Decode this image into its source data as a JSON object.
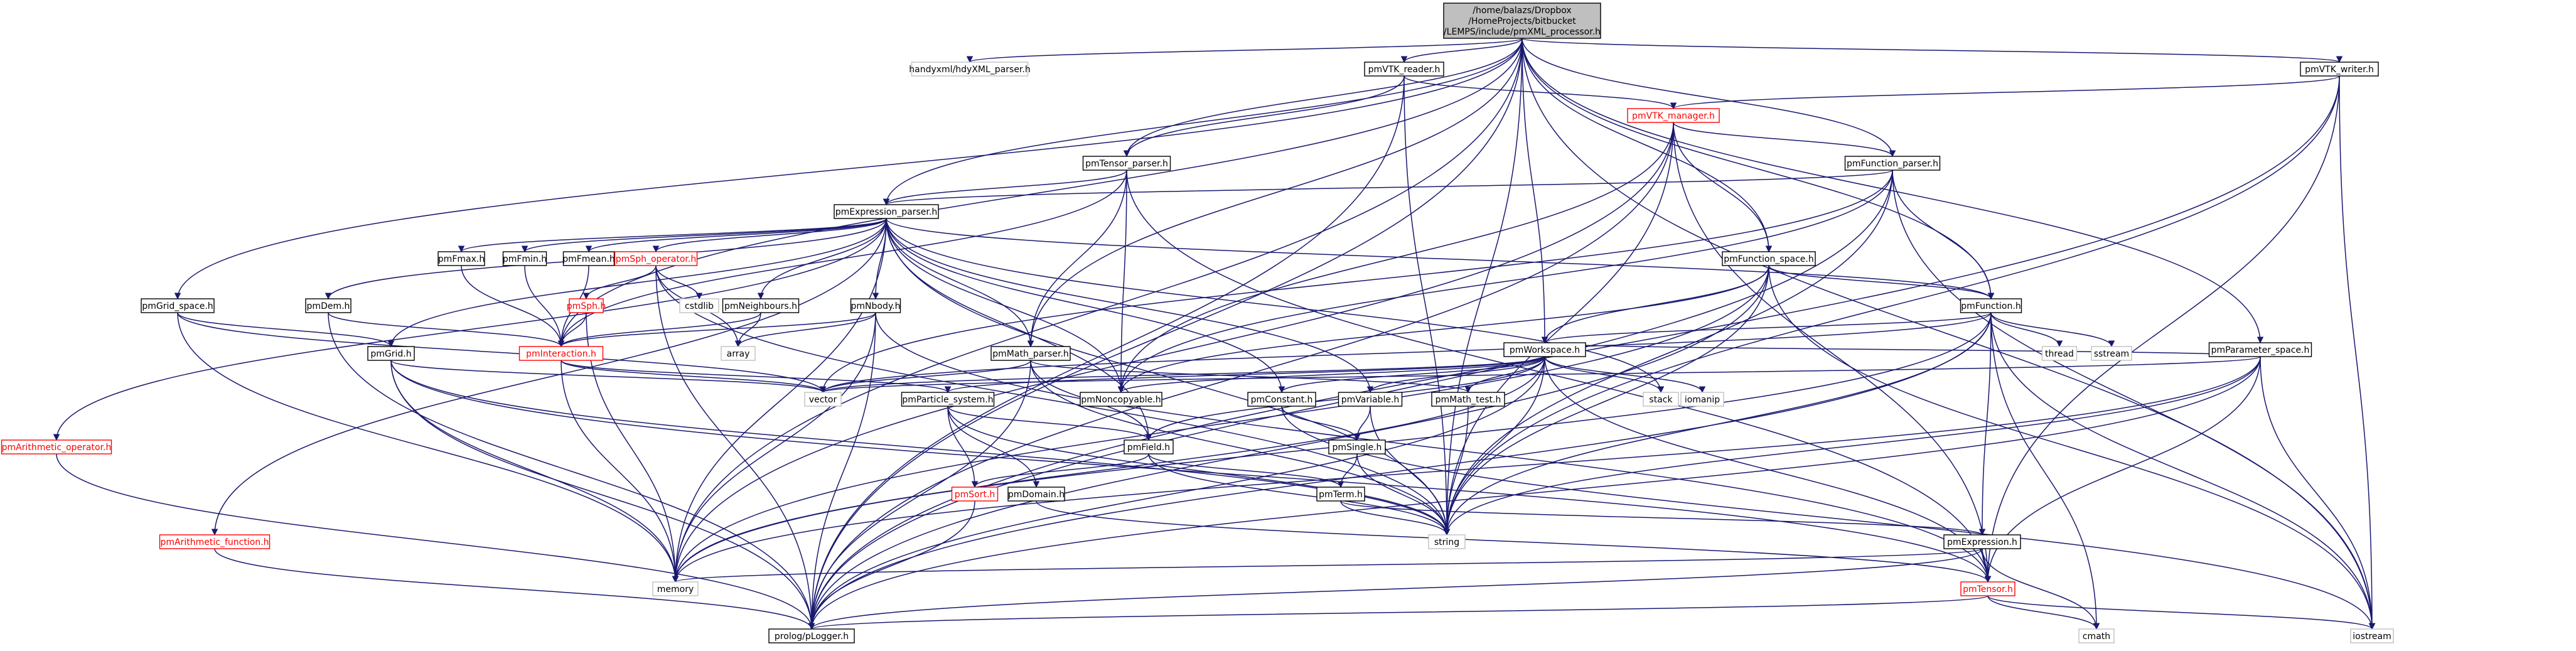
{
  "colors": {
    "edge": "#191970",
    "root_fill": "#bfbfbf",
    "missing_border": "#ff0000",
    "external_border": "#c0c0c0"
  },
  "nodes": [
    {
      "id": "root",
      "lines": [
        "/home/balazs/Dropbox",
        "/HomeProjects/bitbucket",
        "/LEMPS/include/pmXML_processor.h"
      ],
      "style": "root"
    },
    {
      "id": "handyxml",
      "lines": [
        "handyxml/hdyXML_parser.h"
      ],
      "style": "external"
    },
    {
      "id": "vtk_reader",
      "lines": [
        "pmVTK_reader.h"
      ],
      "style": "normal"
    },
    {
      "id": "vtk_writer",
      "lines": [
        "pmVTK_writer.h"
      ],
      "style": "normal"
    },
    {
      "id": "vtk_manager",
      "lines": [
        "pmVTK_manager.h"
      ],
      "style": "missing"
    },
    {
      "id": "tensor_parser",
      "lines": [
        "pmTensor_parser.h"
      ],
      "style": "normal"
    },
    {
      "id": "function_parser",
      "lines": [
        "pmFunction_parser.h"
      ],
      "style": "normal"
    },
    {
      "id": "expression_parser",
      "lines": [
        "pmExpression_parser.h"
      ],
      "style": "normal"
    },
    {
      "id": "function_space",
      "lines": [
        "pmFunction_space.h"
      ],
      "style": "normal"
    },
    {
      "id": "fmax",
      "lines": [
        "pmFmax.h"
      ],
      "style": "normal"
    },
    {
      "id": "fmin",
      "lines": [
        "pmFmin.h"
      ],
      "style": "normal"
    },
    {
      "id": "fmean",
      "lines": [
        "pmFmean.h"
      ],
      "style": "normal"
    },
    {
      "id": "sph_operator",
      "lines": [
        "pmSph_operator.h"
      ],
      "style": "missing"
    },
    {
      "id": "grid_space",
      "lines": [
        "pmGrid_space.h"
      ],
      "style": "normal"
    },
    {
      "id": "dem",
      "lines": [
        "pmDem.h"
      ],
      "style": "normal"
    },
    {
      "id": "sph",
      "lines": [
        "pmSph.h"
      ],
      "style": "missing"
    },
    {
      "id": "cstdlib",
      "lines": [
        "cstdlib"
      ],
      "style": "external"
    },
    {
      "id": "neighbours",
      "lines": [
        "pmNeighbours.h"
      ],
      "style": "normal"
    },
    {
      "id": "nbody",
      "lines": [
        "pmNbody.h"
      ],
      "style": "normal"
    },
    {
      "id": "function",
      "lines": [
        "pmFunction.h"
      ],
      "style": "normal"
    },
    {
      "id": "thread",
      "lines": [
        "thread"
      ],
      "style": "external"
    },
    {
      "id": "sstream",
      "lines": [
        "sstream"
      ],
      "style": "external"
    },
    {
      "id": "parameter_space",
      "lines": [
        "pmParameter_space.h"
      ],
      "style": "normal"
    },
    {
      "id": "grid",
      "lines": [
        "pmGrid.h"
      ],
      "style": "normal"
    },
    {
      "id": "interaction",
      "lines": [
        "pmInteraction.h"
      ],
      "style": "missing"
    },
    {
      "id": "array",
      "lines": [
        "array"
      ],
      "style": "external"
    },
    {
      "id": "math_parser",
      "lines": [
        "pmMath_parser.h"
      ],
      "style": "normal"
    },
    {
      "id": "workspace",
      "lines": [
        "pmWorkspace.h"
      ],
      "style": "normal"
    },
    {
      "id": "vector",
      "lines": [
        "vector"
      ],
      "style": "external"
    },
    {
      "id": "noncopyable",
      "lines": [
        "pmNoncopyable.h"
      ],
      "style": "normal"
    },
    {
      "id": "constant",
      "lines": [
        "pmConstant.h"
      ],
      "style": "normal"
    },
    {
      "id": "variable",
      "lines": [
        "pmVariable.h"
      ],
      "style": "normal"
    },
    {
      "id": "math_test",
      "lines": [
        "pmMath_test.h"
      ],
      "style": "normal"
    },
    {
      "id": "iomanip",
      "lines": [
        "iomanip"
      ],
      "style": "external"
    },
    {
      "id": "stack",
      "lines": [
        "stack"
      ],
      "style": "external"
    },
    {
      "id": "particle_system",
      "lines": [
        "pmParticle_system.h"
      ],
      "style": "normal"
    },
    {
      "id": "single",
      "lines": [
        "pmSingle.h"
      ],
      "style": "normal"
    },
    {
      "id": "field",
      "lines": [
        "pmField.h"
      ],
      "style": "normal"
    },
    {
      "id": "arithmetic_operator",
      "lines": [
        "pmArithmetic_operator.h"
      ],
      "style": "missing"
    },
    {
      "id": "sort",
      "lines": [
        "pmSort.h"
      ],
      "style": "missing"
    },
    {
      "id": "domain",
      "lines": [
        "pmDomain.h"
      ],
      "style": "normal"
    },
    {
      "id": "term",
      "lines": [
        "pmTerm.h"
      ],
      "style": "normal"
    },
    {
      "id": "string",
      "lines": [
        "string"
      ],
      "style": "external"
    },
    {
      "id": "expression",
      "lines": [
        "pmExpression.h"
      ],
      "style": "normal"
    },
    {
      "id": "arithmetic_function",
      "lines": [
        "pmArithmetic_function.h"
      ],
      "style": "missing"
    },
    {
      "id": "memory",
      "lines": [
        "memory"
      ],
      "style": "external"
    },
    {
      "id": "tensor",
      "lines": [
        "pmTensor.h"
      ],
      "style": "missing"
    },
    {
      "id": "prolog",
      "lines": [
        "prolog/pLogger.h"
      ],
      "style": "normal"
    },
    {
      "id": "cmath",
      "lines": [
        "cmath"
      ],
      "style": "external"
    },
    {
      "id": "iostream",
      "lines": [
        "iostream"
      ],
      "style": "external"
    }
  ],
  "edges": [
    [
      "root",
      "handyxml"
    ],
    [
      "root",
      "vtk_reader"
    ],
    [
      "root",
      "vtk_writer"
    ],
    [
      "root",
      "tensor_parser"
    ],
    [
      "root",
      "function_parser"
    ],
    [
      "root",
      "expression_parser"
    ],
    [
      "root",
      "function_space"
    ],
    [
      "root",
      "grid_space"
    ],
    [
      "root",
      "workspace"
    ],
    [
      "root",
      "parameter_space"
    ],
    [
      "root",
      "function"
    ],
    [
      "root",
      "string"
    ],
    [
      "root",
      "memory"
    ],
    [
      "root",
      "prolog"
    ],
    [
      "root",
      "iostream"
    ],
    [
      "root",
      "interaction"
    ],
    [
      "root",
      "math_parser"
    ],
    [
      "vtk_reader",
      "vtk_manager"
    ],
    [
      "vtk_reader",
      "tensor_parser"
    ],
    [
      "vtk_reader",
      "string"
    ],
    [
      "vtk_reader",
      "prolog"
    ],
    [
      "vtk_writer",
      "vtk_manager"
    ],
    [
      "vtk_writer",
      "string"
    ],
    [
      "vtk_writer",
      "prolog"
    ],
    [
      "vtk_writer",
      "iostream"
    ],
    [
      "vtk_writer",
      "tensor"
    ],
    [
      "vtk_manager",
      "function_parser"
    ],
    [
      "vtk_manager",
      "function_space"
    ],
    [
      "vtk_manager",
      "noncopyable"
    ],
    [
      "vtk_manager",
      "string"
    ],
    [
      "vtk_manager",
      "memory"
    ],
    [
      "vtk_manager",
      "prolog"
    ],
    [
      "vtk_manager",
      "tensor"
    ],
    [
      "tensor_parser",
      "expression_parser"
    ],
    [
      "tensor_parser",
      "math_parser"
    ],
    [
      "tensor_parser",
      "noncopyable"
    ],
    [
      "tensor_parser",
      "tensor"
    ],
    [
      "tensor_parser",
      "interaction"
    ],
    [
      "function_parser",
      "expression_parser"
    ],
    [
      "function_parser",
      "function"
    ],
    [
      "function_parser",
      "noncopyable"
    ],
    [
      "function_parser",
      "string"
    ],
    [
      "function_parser",
      "iostream"
    ],
    [
      "function_parser",
      "prolog"
    ],
    [
      "function_parser",
      "vector"
    ],
    [
      "expression_parser",
      "fmax"
    ],
    [
      "expression_parser",
      "fmin"
    ],
    [
      "expression_parser",
      "fmean"
    ],
    [
      "expression_parser",
      "sph_operator"
    ],
    [
      "expression_parser",
      "dem"
    ],
    [
      "expression_parser",
      "neighbours"
    ],
    [
      "expression_parser",
      "nbody"
    ],
    [
      "expression_parser",
      "math_parser"
    ],
    [
      "expression_parser",
      "function"
    ],
    [
      "expression_parser",
      "arithmetic_operator"
    ],
    [
      "expression_parser",
      "arithmetic_function"
    ],
    [
      "expression_parser",
      "constant"
    ],
    [
      "expression_parser",
      "variable"
    ],
    [
      "expression_parser",
      "field"
    ],
    [
      "expression_parser",
      "string"
    ],
    [
      "expression_parser",
      "stack"
    ],
    [
      "expression_parser",
      "memory"
    ],
    [
      "expression_parser",
      "noncopyable"
    ],
    [
      "expression_parser",
      "grid"
    ],
    [
      "function_space",
      "function"
    ],
    [
      "function_space",
      "workspace"
    ],
    [
      "function_space",
      "string"
    ],
    [
      "function_space",
      "memory"
    ],
    [
      "function_space",
      "prolog"
    ],
    [
      "function_space",
      "iostream"
    ],
    [
      "function_space",
      "noncopyable"
    ],
    [
      "fmax",
      "interaction"
    ],
    [
      "fmin",
      "interaction"
    ],
    [
      "fmean",
      "interaction"
    ],
    [
      "sph_operator",
      "sph"
    ],
    [
      "sph_operator",
      "cstdlib"
    ],
    [
      "sph_operator",
      "array"
    ],
    [
      "sph_operator",
      "prolog"
    ],
    [
      "sph_operator",
      "string"
    ],
    [
      "grid_space",
      "grid"
    ],
    [
      "grid_space",
      "vector"
    ],
    [
      "grid_space",
      "memory"
    ],
    [
      "dem",
      "interaction"
    ],
    [
      "dem",
      "prolog"
    ],
    [
      "sph",
      "interaction"
    ],
    [
      "sph",
      "memory"
    ],
    [
      "neighbours",
      "interaction"
    ],
    [
      "neighbours",
      "array"
    ],
    [
      "nbody",
      "interaction"
    ],
    [
      "nbody",
      "array"
    ],
    [
      "nbody",
      "memory"
    ],
    [
      "nbody",
      "prolog"
    ],
    [
      "nbody",
      "tensor"
    ],
    [
      "function",
      "workspace"
    ],
    [
      "function",
      "thread"
    ],
    [
      "function",
      "sstream"
    ],
    [
      "function",
      "expression"
    ],
    [
      "function",
      "string"
    ],
    [
      "function",
      "memory"
    ],
    [
      "function",
      "vector"
    ],
    [
      "function",
      "prolog"
    ],
    [
      "function",
      "iostream"
    ],
    [
      "function",
      "cmath"
    ],
    [
      "parameter_space",
      "workspace"
    ],
    [
      "parameter_space",
      "string"
    ],
    [
      "parameter_space",
      "memory"
    ],
    [
      "parameter_space",
      "prolog"
    ],
    [
      "parameter_space",
      "iostream"
    ],
    [
      "parameter_space",
      "vector"
    ],
    [
      "parameter_space",
      "tensor"
    ],
    [
      "grid",
      "vector"
    ],
    [
      "grid",
      "memory"
    ],
    [
      "grid",
      "prolog"
    ],
    [
      "grid",
      "string"
    ],
    [
      "grid",
      "tensor"
    ],
    [
      "interaction",
      "particle_system"
    ],
    [
      "interaction",
      "memory"
    ],
    [
      "interaction",
      "vector"
    ],
    [
      "math_parser",
      "math_test"
    ],
    [
      "math_parser",
      "string"
    ],
    [
      "math_parser",
      "vector"
    ],
    [
      "math_parser",
      "prolog"
    ],
    [
      "math_parser",
      "field"
    ],
    [
      "workspace",
      "constant"
    ],
    [
      "workspace",
      "variable"
    ],
    [
      "workspace",
      "math_test"
    ],
    [
      "workspace",
      "iomanip"
    ],
    [
      "workspace",
      "stack"
    ],
    [
      "workspace",
      "particle_system"
    ],
    [
      "workspace",
      "field"
    ],
    [
      "workspace",
      "vector"
    ],
    [
      "workspace",
      "noncopyable"
    ],
    [
      "workspace",
      "string"
    ],
    [
      "workspace",
      "memory"
    ],
    [
      "workspace",
      "prolog"
    ],
    [
      "workspace",
      "tensor"
    ],
    [
      "constant",
      "single"
    ],
    [
      "constant",
      "iostream"
    ],
    [
      "variable",
      "single"
    ],
    [
      "variable",
      "string"
    ],
    [
      "math_test",
      "string"
    ],
    [
      "particle_system",
      "sort"
    ],
    [
      "particle_system",
      "domain"
    ],
    [
      "particle_system",
      "field"
    ],
    [
      "particle_system",
      "string"
    ],
    [
      "single",
      "term"
    ],
    [
      "single",
      "string"
    ],
    [
      "field",
      "term"
    ],
    [
      "field",
      "sort"
    ],
    [
      "field",
      "string"
    ],
    [
      "term",
      "string"
    ],
    [
      "term",
      "expression"
    ],
    [
      "arithmetic_operator",
      "prolog"
    ],
    [
      "arithmetic_function",
      "prolog"
    ],
    [
      "sort",
      "prolog"
    ],
    [
      "domain",
      "tensor"
    ],
    [
      "expression",
      "memory"
    ],
    [
      "expression",
      "prolog"
    ],
    [
      "expression",
      "tensor"
    ],
    [
      "expression",
      "cmath"
    ],
    [
      "tensor",
      "cmath"
    ],
    [
      "tensor",
      "iostream"
    ],
    [
      "tensor",
      "prolog"
    ]
  ]
}
